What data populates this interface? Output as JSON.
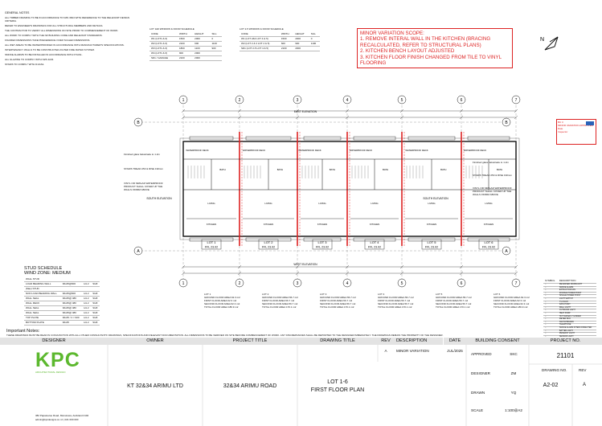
{
  "general_notes": {
    "title": "GENERAL NOTES",
    "lines": [
      "ALL TIMBER FRAMING TO BE IN ACCORDANCE TO NZS 3604 WITH REFERENCE TO THE RELEVANT DESIGN CRITERIA.",
      "REFER TO ENGINEER'S DRAWINGS FOR ALL STRUCTURAL MEMBERS AND DETAILS.",
      "THE CONTRACTOR TO VERIFY ALL DIMENSIONS ON SITE PRIOR TO COMMENCEMENT OF WORK.",
      "ALL WORK TO COMPLY WITH THE NZ BUILDING CODE AND RELEVANT STANDARDS.",
      "FIGURED DIMENSIONS TAKE PRECEDENCE OVER SCALED DIMENSIONS.",
      "ALL WET AREAS TO BE WATERPROOFED IN ACCORDANCE WITH MANUFACTURER'S SPECIFICATIONS.",
      "INTERTENANCY WALLS TO BE CONSTRUCTED AS PER FIRE RATED SYSTEM.",
      "SMOKE ALARMS TO BE INSTALLED IN ACCORDANCE WITH F7/AS1.",
      "ALL GLAZING TO COMPLY WITH NZS 4223.",
      "STAIRS TO COMPLY WITH D1/AS1."
    ]
  },
  "window_schedule_1": {
    "title": "LOT 1&6 WINDOW & DOOR SCHEDULE",
    "headers": [
      "CODE",
      "WIDTH",
      "HEIGHT",
      "SILL"
    ],
    "rows": [
      [
        "W1 (LOT1 & 6)",
        "1500",
        "2000",
        "0"
      ],
      [
        "W2 (LOT1 & 6)",
        "2100",
        "900",
        "1100"
      ],
      [
        "W3 (LOT1 & 6)",
        "1800",
        "1100",
        "900"
      ],
      [
        "W4 (LOT1 & 6)",
        "900",
        "2000",
        ""
      ],
      [
        "SD1 / GARAGE",
        "2100",
        "2000",
        ""
      ]
    ]
  },
  "window_schedule_2": {
    "title": "LOT 2-5 WINDOW & DOOR SCHEDULE",
    "headers": [
      "CODE",
      "WIDTH",
      "HEIGHT",
      "SILL"
    ],
    "rows": [
      [
        "W1 (LOT 2&3 LOT 4 & 5)",
        "1500",
        "2000",
        "0"
      ],
      [
        "W2 (LOT 2 & 3 LOT 4 & 5)",
        "600",
        "900",
        "1100"
      ],
      [
        "SD1 (LOT 2-5 LOT 4 & 5)",
        "2100",
        "2000",
        ""
      ]
    ]
  },
  "minor_variation": {
    "title": "MINOR VARIATION SCOPE:",
    "items": [
      "1. REMOVE INTERAL WALL IN THE KITCHEN (BRACING RECALCULATED, REFER TO STRUCTURAL PLANS)",
      "2. KITCHEN BENCH LAYOUT ADJUSTED",
      "3. KITCHEN FLOOR FINISH CHANGED FROM TILE TO VINYL FLOORING"
    ]
  },
  "north_label": "N",
  "approval_stamp": {
    "lines": [
      "BC 3",
      "MINOR VARIATION APPROVED",
      "Date",
      "Inspector"
    ]
  },
  "stud_schedule": {
    "title": "STUD SCHEDULE",
    "wind_zone": "WIND ZONE:  MEDIUM",
    "rows": [
      [
        "WALL STUD",
        "",
        "",
        ""
      ],
      [
        "LOAD BEARING WALL",
        "90x45@600",
        "H1.2",
        "SG8"
      ],
      [
        "(Max) STUD",
        "",
        "",
        ""
      ],
      [
        "NON LOAD BEARING WALL",
        "90x45@600",
        "H1.2",
        "SG8"
      ],
      [
        "WALL SEAL",
        "90x45@ 480",
        "H1.2",
        "SG8"
      ],
      [
        "WALL RECK",
        "90x45@ 480",
        "H1.2",
        "SG8"
      ],
      [
        "WALL SEAL",
        "90x45@ 480",
        "H1.2",
        "SG8"
      ],
      [
        "WALL SEAL",
        "90x45@ 480",
        "H1.2",
        "SG8"
      ],
      [
        "TOP PLATE",
        "90x45 / 2 = 900",
        "H1.2",
        "SG8"
      ],
      [
        "BOTTOM PLATE",
        "90x45",
        "H1.2",
        "SG8"
      ]
    ]
  },
  "plan": {
    "grid_numbers": [
      "1",
      "2",
      "3",
      "4",
      "5",
      "6",
      "7"
    ],
    "grid_letters": [
      "A",
      "B"
    ],
    "lot_labels": [
      "LOT 1",
      "LOT 2",
      "LOT 3",
      "LOT 4",
      "LOT 5",
      "LOT 6"
    ],
    "ffl": "FFL 23.02",
    "east_elevation": "EAST ELEVATION",
    "west_elevation": "WEST ELEVATION",
    "south_elevation": "SOUTH ELEVATION",
    "room_labels": [
      "BED 1",
      "BED 2",
      "BATH",
      "LIVING",
      "KITCHEN",
      "WATERPROOF DECK"
    ],
    "left_notes": [
      "Finished glass balustrade to 1.2m",
      "STAIRS TREAD 250 & RISE 190mm",
      "VINYL OR SIMILAR WATERPROOF PRODUCT SHALL COVER UP THE WALLS 150MM ABOVE"
    ],
    "right_notes": [
      "Finished glass balustrade to 1.2m",
      "STAIRS TREAD 250 & RISE 190mm",
      "VINYL OR SIMILAR WATERPROOF PRODUCT SHALL COVER UP THE WALLS 150MM ABOVE"
    ]
  },
  "lot_areas": [
    {
      "lot": "LOT 1",
      "lines": [
        "GROUND FLOOR AREA 62.3 m2",
        "FIRST FLOOR AREA 62.3 m2",
        "SECOND FLOOR AREA 62.3 m2",
        "TOTAL FLOOR AREA 186.9 m2"
      ]
    },
    {
      "lot": "LOT 2",
      "lines": [
        "GROUND FLOOR AREA 56.7 m2",
        "FIRST FLOOR AREA 56.7 m2",
        "SECOND FLOOR AREA 56.7 m2",
        "TOTAL FLOOR AREA 170.1 m2"
      ]
    },
    {
      "lot": "LOT 3",
      "lines": [
        "GROUND FLOOR AREA 56.7 m2",
        "FIRST FLOOR AREA 56.7 m2",
        "SECOND FLOOR AREA 56.7 m2",
        "TOTAL FLOOR AREA 170.1 m2"
      ]
    },
    {
      "lot": "LOT 4",
      "lines": [
        "GROUND FLOOR AREA 56.7 m2",
        "FIRST FLOOR AREA 56.7 m2",
        "SECOND FLOOR AREA 56.7 m2",
        "TOTAL FLOOR AREA 170.1 m2"
      ]
    },
    {
      "lot": "LOT 5",
      "lines": [
        "GROUND FLOOR AREA 56.7 m2",
        "FIRST FLOOR AREA 56.7 m2",
        "SECOND FLOOR AREA 56.7 m2",
        "TOTAL FLOOR AREA 170.1 m2"
      ]
    },
    {
      "lot": "LOT 6",
      "lines": [
        "GROUND FLOOR AREA 62.3 m2",
        "FIRST FLOOR AREA 62.3 m2",
        "SECOND FLOOR AREA 62.3 m2",
        "TOTAL FLOOR AREA 186.9 m2"
      ]
    }
  ],
  "legend": {
    "headers": [
      "SYMBOL",
      "DESCRIPTION"
    ],
    "rows": [
      "RECESSED DOWNLIGHT",
      "SMOKE ALARM",
      "EXTRACTOR FAN",
      "DOUBLE POWER POINT",
      "SINGLE POWER POINT",
      "LIGHT SWITCH",
      "TV POINT",
      "DATA POINT",
      "WALL LIGHT",
      "OUTDOOR LIGHT",
      "HEAT PUMP",
      "HOT WATER CYLINDER",
      "METER BOX",
      "SWITCHBOARD",
      "TELEPHONE",
      "SMOKE ALARM INTERCONNECTED",
      "BATTEN LIGHT",
      "PENDANT LIGHT",
      "SENSOR LIGHT",
      "EXTERIOR LIGHT"
    ]
  },
  "important_notes": {
    "title": "Important Notes:",
    "text": "THESE DRAWINGS MUST BE READ IN CONJUNCTION WITH ALL OTHER CONSULTANTS' DRAWINGS, SPECIFICATIONS AND RELEVANT DOCUMENTATION. ALL DIMENSIONS TO BE VERIFIED ON SITE BEFORE COMMENCEMENT OF WORK. ANY DISCREPANCIES SHALL BE REPORTED TO THE DESIGNER IMMEDIATELY. THE DRAWINGS REMAIN THE PROPERTY OF THE DESIGNER."
  },
  "title_block": {
    "headers": {
      "designer": "DESIGNER",
      "owner": "OWNER",
      "project_title": "PROJECT TITLE",
      "drawing_title": "DRAWING TITLE",
      "rev": "REV",
      "description": "DESCRIPTION",
      "date": "DATE",
      "building_consent": "BUILDING CONSENT",
      "project_no": "PROJECT NO."
    },
    "logo": "KPC",
    "logo_sub": "ARCHITECTURAL DESIGN",
    "designer_address": "382 Papatoetoe Road, Manurewa, Auckland 2102",
    "designer_contact": "admin@kpcdesigns.co.nz   |   021 000 000",
    "owner": "KT 32&34 ARIMU LTD",
    "project_title": "32&34 ARIMU ROAD",
    "drawing_title_1": "LOT 1-6",
    "drawing_title_2": "FIRST FLOOR PLAN",
    "rev_value": "A",
    "description_value": "MINOR VARIATION",
    "date_value": "JUL/2025",
    "consent_rows": [
      {
        "label": "APPROVED",
        "value": "SKC"
      },
      {
        "label": "DESIGNER",
        "value": "ZM"
      },
      {
        "label": "DRAWN",
        "value": "YQ"
      },
      {
        "label": "SCALE",
        "value": "1:100@A2"
      }
    ],
    "project_no": "21101",
    "drawing_no_label": "DRAWING NO.",
    "rev_label": "REV",
    "drawing_no": "A2-02",
    "drawing_rev": "A"
  },
  "colors": {
    "accent_red": "#dd2222",
    "logo_green": "#5cb82e",
    "header_grey": "#e3e3e3"
  }
}
